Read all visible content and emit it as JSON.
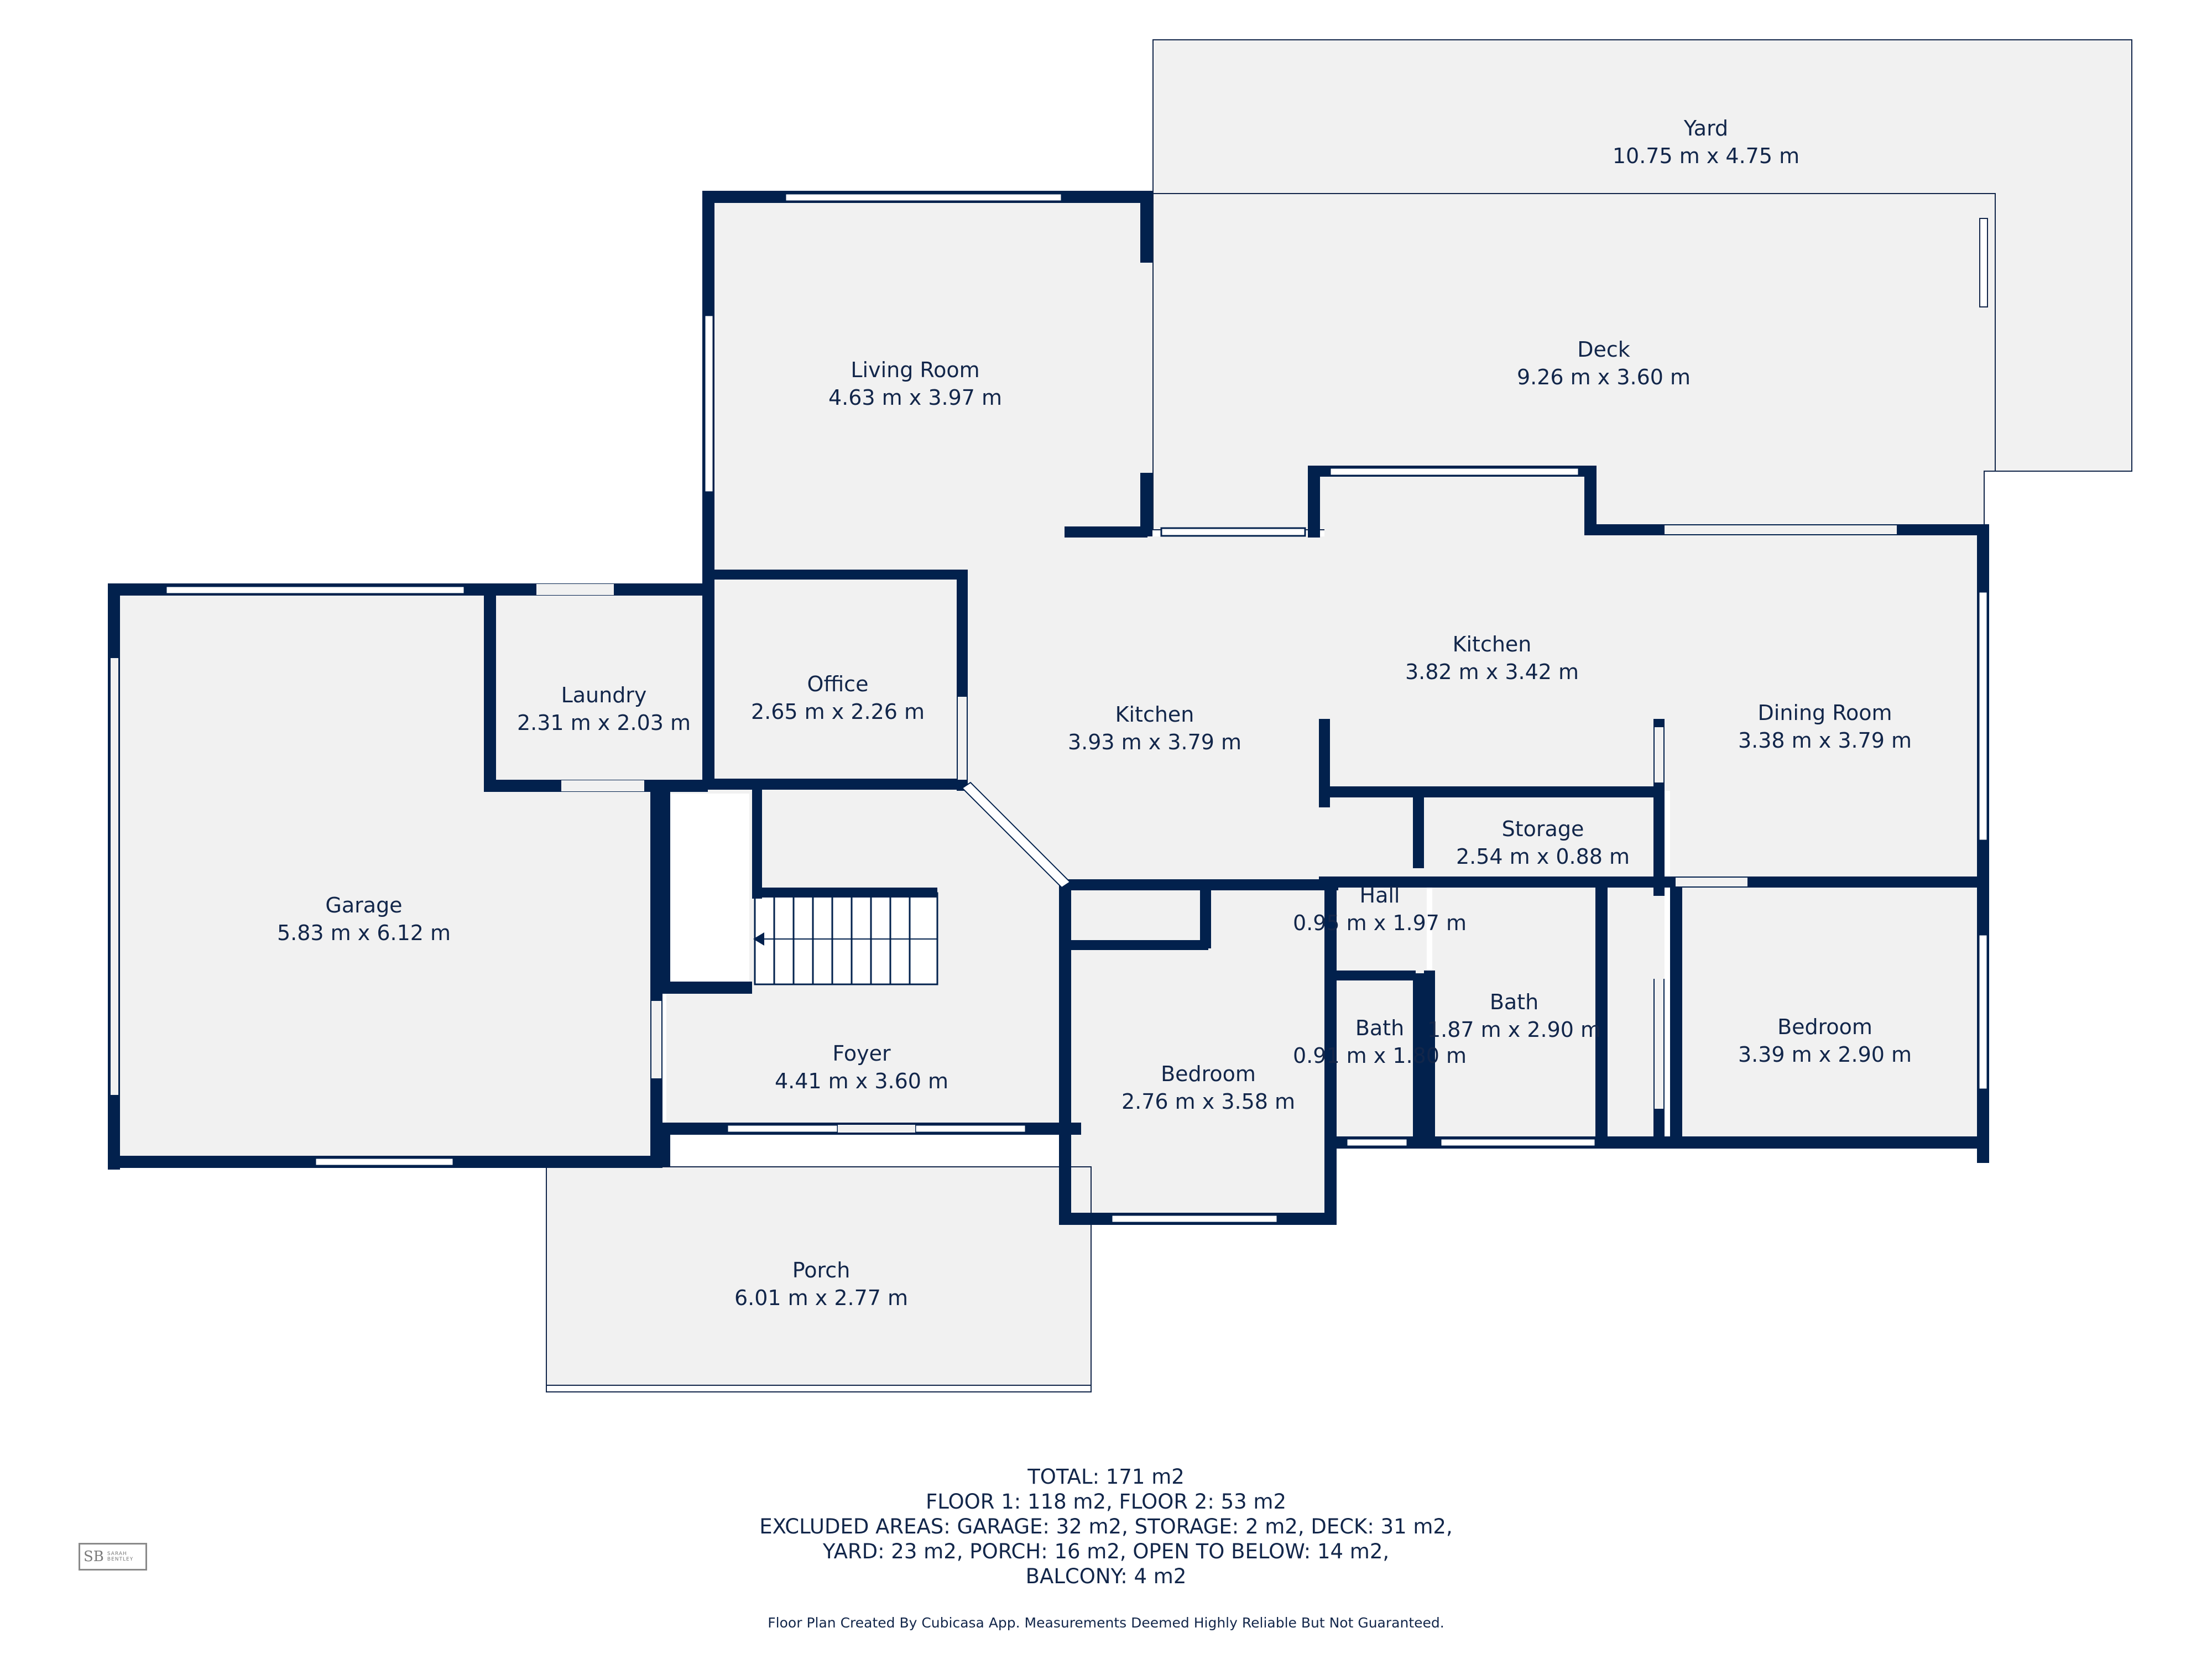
{
  "rooms": [
    {
      "id": "yard",
      "name": "Yard",
      "dims": "10.75 m x 4.75 m"
    },
    {
      "id": "deck",
      "name": "Deck",
      "dims": "9.26 m x 3.60 m"
    },
    {
      "id": "living-room",
      "name": "Living Room",
      "dims": "4.63 m x 3.97 m"
    },
    {
      "id": "garage",
      "name": "Garage",
      "dims": "5.83 m x 6.12 m"
    },
    {
      "id": "laundry",
      "name": "Laundry",
      "dims": "2.31 m x 2.03 m"
    },
    {
      "id": "office",
      "name": "Office",
      "dims": "2.65 m x 2.26 m"
    },
    {
      "id": "kitchen-1",
      "name": "Kitchen",
      "dims": "3.93 m x 3.79 m"
    },
    {
      "id": "kitchen-2",
      "name": "Kitchen",
      "dims": "3.82 m x 3.42 m"
    },
    {
      "id": "dining-room",
      "name": "Dining Room",
      "dims": "3.38 m x 3.79 m"
    },
    {
      "id": "storage",
      "name": "Storage",
      "dims": "2.54 m x 0.88 m"
    },
    {
      "id": "hall",
      "name": "Hall",
      "dims": "0.95 m x 1.97 m"
    },
    {
      "id": "bath-1",
      "name": "Bath",
      "dims": "0.91 m x 1.80 m"
    },
    {
      "id": "bath-2",
      "name": "Bath",
      "dims": "1.87 m x 2.90 m"
    },
    {
      "id": "bedroom-1",
      "name": "Bedroom",
      "dims": "2.76 m x 3.58 m"
    },
    {
      "id": "bedroom-2",
      "name": "Bedroom",
      "dims": "3.39 m x 2.90 m"
    },
    {
      "id": "foyer",
      "name": "Foyer",
      "dims": "4.41 m x 3.60 m"
    },
    {
      "id": "porch",
      "name": "Porch",
      "dims": "6.01 m x 2.77 m"
    }
  ],
  "summary": {
    "lines": [
      "TOTAL: 171 m2",
      "FLOOR 1: 118 m2, FLOOR 2: 53 m2",
      "EXCLUDED AREAS: GARAGE: 32 m2, STORAGE: 2 m2, DECK: 31 m2,",
      "YARD: 23 m2, PORCH: 16 m2, OPEN TO BELOW: 14 m2,",
      "BALCONY: 4 m2"
    ]
  },
  "disclaimer": "Floor Plan Created By Cubicasa App. Measurements Deemed Highly Reliable But Not Guaranteed.",
  "logo": {
    "monogram": "SB",
    "name_line1": "SARAH",
    "name_line2": "BENTLEY"
  },
  "colors": {
    "wall": "#02214d",
    "floor": "#f1f1f1",
    "text": "#12264a",
    "window": "#ffffff"
  }
}
